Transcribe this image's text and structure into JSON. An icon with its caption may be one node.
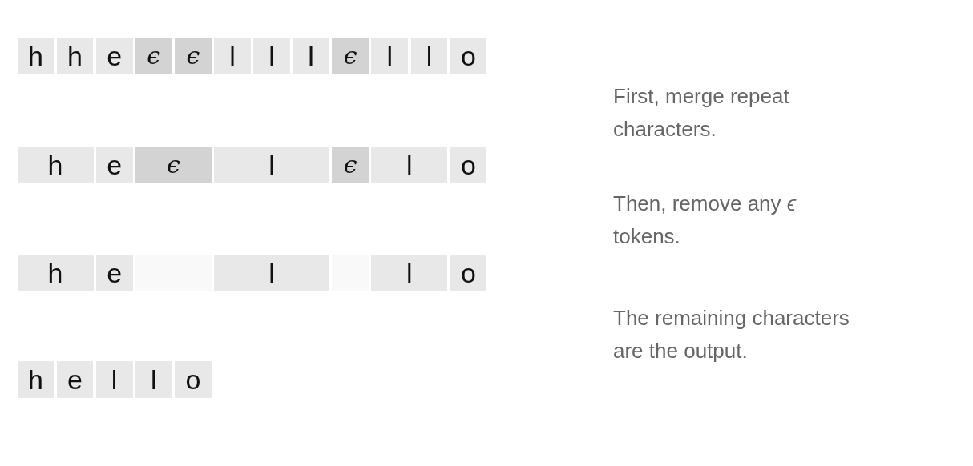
{
  "diagram": {
    "nodes": [
      {
        "text": [
          "h"
        ]
      },
      {
        "text": [
          "h"
        ]
      },
      {
        "text": [
          "e"
        ]
      },
      {
        "text": [
          "ϵ"
        ]
      },
      {
        "text": [
          "ϵ"
        ]
      },
      {
        "text": [
          "l"
        ]
      },
      {
        "text": [
          "l"
        ]
      },
      {
        "text": [
          "l"
        ]
      },
      {
        "text": [
          "ϵ"
        ]
      },
      {
        "text": [
          "l"
        ]
      },
      {
        "text": [
          "l"
        ]
      },
      {
        "text": [
          "o"
        ]
      },
      {
        "text": [
          "h"
        ]
      },
      {
        "text": [
          "e"
        ]
      },
      {
        "text": [
          "ϵ"
        ]
      },
      {
        "text": [
          "l"
        ]
      },
      {
        "text": [
          "ϵ"
        ]
      },
      {
        "text": [
          "l"
        ]
      },
      {
        "text": [
          "o"
        ]
      },
      {
        "text": [
          "h"
        ]
      },
      {
        "text": [
          "e"
        ]
      },
      {
        "text": [],
        "shape": "box"
      },
      {
        "text": [
          "l"
        ]
      },
      {
        "text": [],
        "shape": "box"
      },
      {
        "text": [
          "l"
        ]
      },
      {
        "text": [
          "o"
        ]
      },
      {
        "text": [
          "h"
        ]
      },
      {
        "text": [
          "e"
        ]
      },
      {
        "text": [
          "l"
        ]
      },
      {
        "text": [
          "l"
        ]
      },
      {
        "text": [
          "o"
        ]
      }
    ],
    "labels": [
      "First, merge repeat characters.",
      "Then, remove any *ϵ* tokens.",
      "The remaining characters are the output."
    ]
  }
}
